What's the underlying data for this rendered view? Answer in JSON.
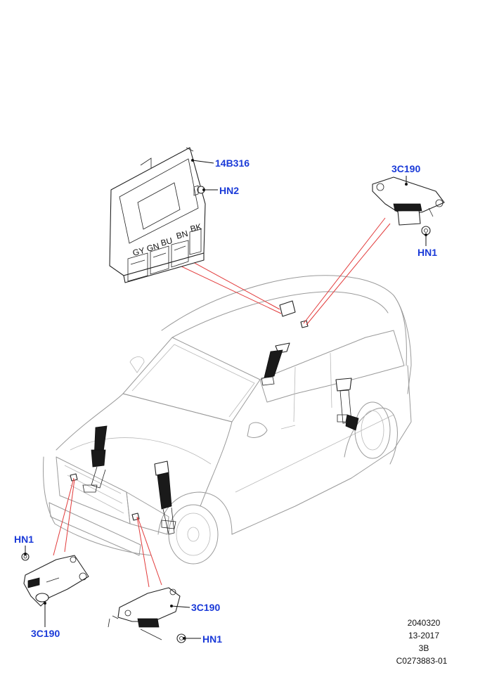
{
  "callouts": {
    "module": "14B316",
    "hn2": "HN2",
    "bracket_rear": "3C190",
    "hn1_rear": "HN1",
    "hn1_left": "HN1",
    "bracket_left": "3C190",
    "bracket_front": "3C190",
    "hn1_front": "HN1"
  },
  "reference": {
    "line1": "2040320",
    "line2": "13-2017",
    "line3": "3B",
    "line4": "C0273883-01"
  },
  "colors": {
    "callout": "#1a3ad8",
    "pointer": "#e23b3b",
    "outline": "#9a9a9a"
  }
}
